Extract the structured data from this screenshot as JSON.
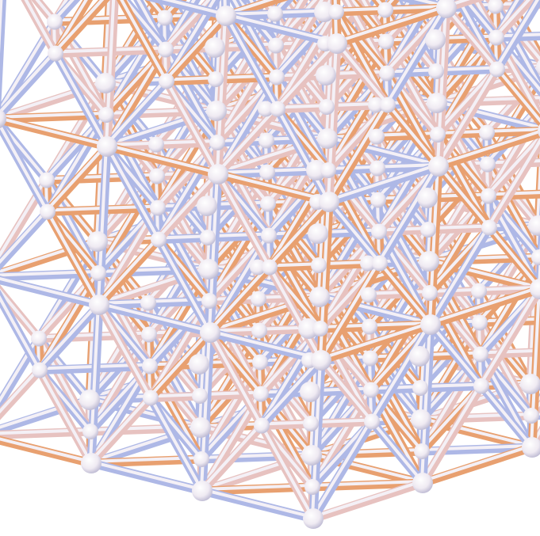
{
  "figure": {
    "kind": "3d-lattice-rendering",
    "description_visible_text": "",
    "lattice": {
      "type": "face-centered-cubic-like ball-and-stick framework",
      "grid_size": [
        3,
        3,
        3
      ],
      "node_style": "white spheres",
      "bond_style": "cylindrical rods"
    },
    "colors": {
      "background": "#ffffff",
      "rod_light": "#f4f0f6",
      "rod_blue": "#aeb8e6",
      "rod_orange": "#e8a070",
      "rod_pink": "#e7c2c0",
      "node": "#f7f3f6",
      "node_shade": "#c9c4d6"
    }
  }
}
